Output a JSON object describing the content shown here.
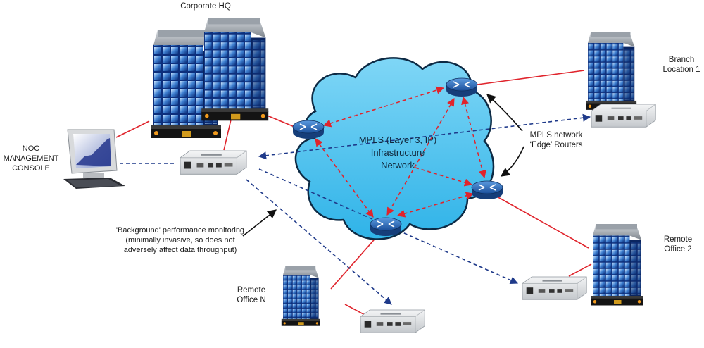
{
  "labels": {
    "corporate_hq": "Corporate HQ",
    "branch_line1": "Branch",
    "branch_line2": "Location 1",
    "noc_line1": "NOC",
    "noc_line2": "MANAGEMENT",
    "noc_line3": "CONSOLE",
    "mpls_line1": "MPLS (Layer 3, IP)",
    "mpls_line2": "Infrastructure",
    "mpls_line3": "Network",
    "edge_line1": "MPLS network",
    "edge_line2": "‘Edge’ Routers",
    "bg_line1": "'Background' performance monitoring",
    "bg_line2": "(minimally invasive, so does not",
    "bg_line3": "adversely affect data throughput)",
    "remote2_line1": "Remote",
    "remote2_line2": "Office 2",
    "remoten_line1": "Remote",
    "remoten_line2": "Office N"
  },
  "colors": {
    "cloud_fill": "#55c6ef",
    "cloud_outline": "#0d2a44",
    "link_red": "#e0242c",
    "monitor_blue": "#1f3a8a",
    "router_blue": "#2a6fc4",
    "arrow_black": "#111111"
  },
  "icons": [
    "office-building-icon",
    "router-icon",
    "monitoring-probe-icon",
    "computer-monitor-icon",
    "cloud-icon"
  ]
}
